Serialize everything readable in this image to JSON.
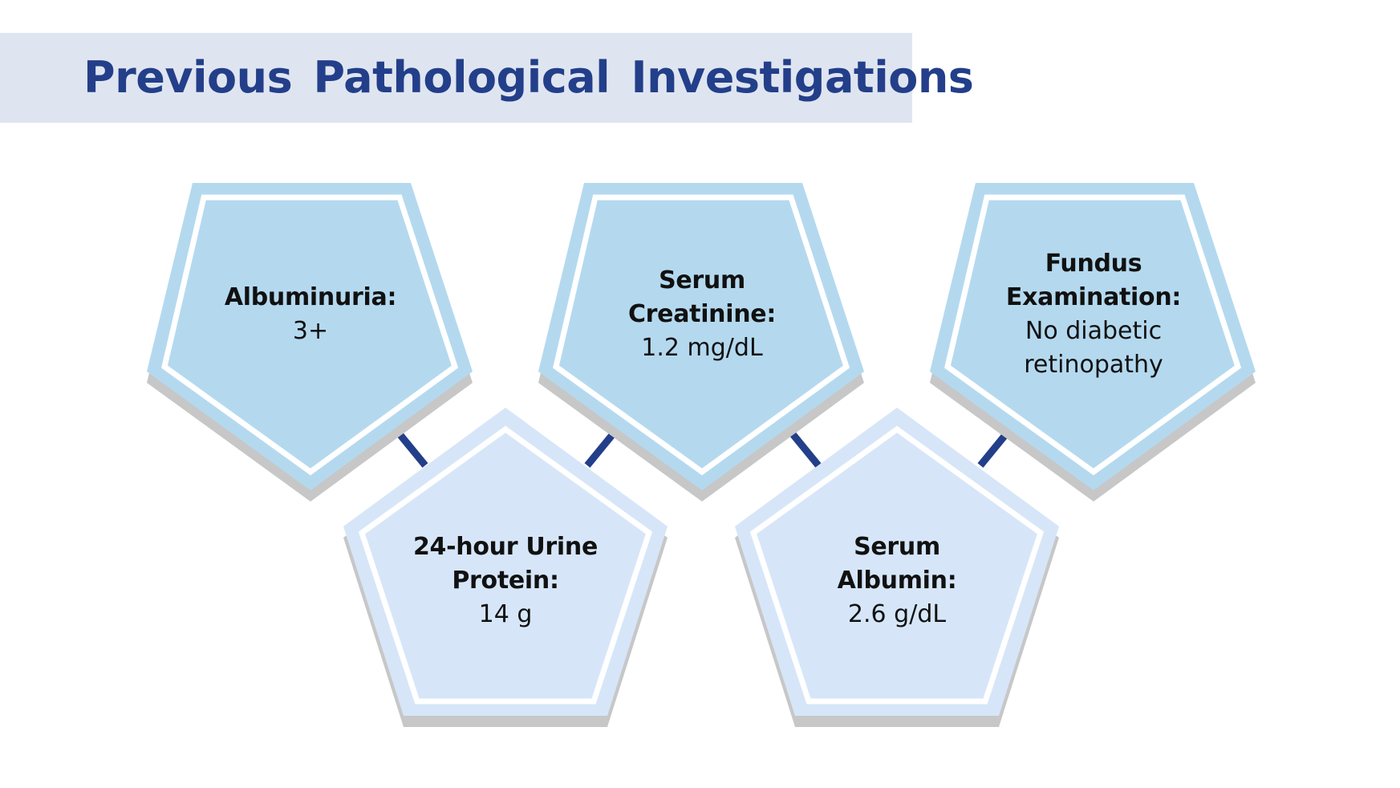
{
  "title": "Previous Pathological Investigations",
  "colors": {
    "title_band": "#dfe5f0",
    "title_text": "#233f8a",
    "upper_shape_fill": "#b4d9ef",
    "upper_shape_border": "#b4d9ef",
    "lower_shape_fill": "#d6e6f8",
    "connector": "#233f8a",
    "shadow": "#c7c7c7"
  },
  "investigations": [
    {
      "heading": "Albuminuria:",
      "value": "3+",
      "orientation": "point-down"
    },
    {
      "heading": "24-hour Urine Protein:",
      "heading_lines": [
        "24-hour Urine",
        "Protein:"
      ],
      "value": "14 g",
      "orientation": "point-up"
    },
    {
      "heading": "Serum Creatinine:",
      "heading_lines": [
        "Serum",
        "Creatinine:"
      ],
      "value": "1.2 mg/dL",
      "orientation": "point-down"
    },
    {
      "heading": "Serum Albumin:",
      "heading_lines": [
        "Serum",
        "Albumin:"
      ],
      "value": "2.6 g/dL",
      "orientation": "point-up"
    },
    {
      "heading": "Fundus Examination:",
      "heading_lines": [
        "Fundus",
        "Examination:"
      ],
      "value": "No diabetic retinopathy",
      "value_lines": [
        "No diabetic",
        "retinopathy"
      ],
      "orientation": "point-down"
    }
  ]
}
